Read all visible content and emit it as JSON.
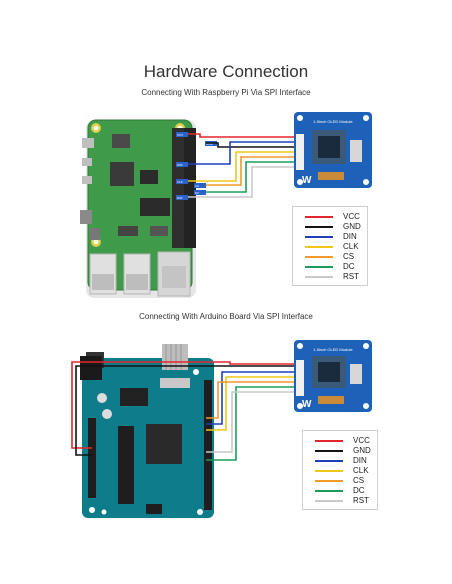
{
  "title": "Hardware Connection",
  "rpi_subtitle": "Connecting With Raspberry Pi Via SPI Interface",
  "arduino_subtitle": "Connecting With Arduino Board Via SPI Interface",
  "module_label": "1.5inch OLED Module",
  "logo_text": "W",
  "rpi_pins": {
    "p1": "3V3",
    "p2": "GND",
    "p3": "DIN",
    "p4": "CLK",
    "p5": "CS",
    "p6": "DC",
    "p7": "RST"
  },
  "legend": [
    {
      "label": "VCC",
      "color": "#e3262b"
    },
    {
      "label": "GND",
      "color": "#111111"
    },
    {
      "label": "DIN",
      "color": "#1f3fbf"
    },
    {
      "label": "CLK",
      "color": "#f2c618"
    },
    {
      "label": "CS",
      "color": "#f29a2e"
    },
    {
      "label": "DC",
      "color": "#1c9c5a"
    },
    {
      "label": "RST",
      "color": "#c9c9c9"
    }
  ]
}
